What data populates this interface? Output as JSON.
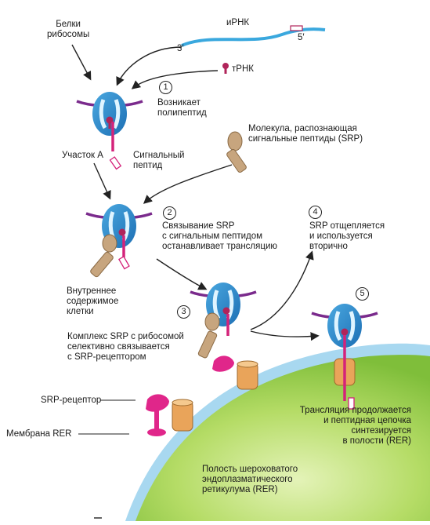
{
  "labels": {
    "ribosome_proteins": "Белки\nрибосомы",
    "mrna": "иРНК",
    "three_prime": "3′",
    "five_prime": "5′",
    "trna": "тРНК",
    "polypeptide_appears": "Возникает\nполипептид",
    "site_a": "Участок А",
    "signal_peptide": "Сигнальный\nпептид",
    "srp_molecule": "Молекула, распознающая\nсигнальные пептиды (SRP)",
    "srp_binding": "Связывание SRP\nс сигнальным пептидом\nостанавливает трансляцию",
    "srp_released": "SRP отщепляется\nи используется\nвторично",
    "cell_interior": "Внутреннее\nсодержимое\nклетки",
    "srp_complex": "Комплекс SRP с рибосомой\nселективно связывается\nс SRP-рецептором",
    "srp_receptor": "SRP-рецептор",
    "rer_membrane": "Мембрана RER",
    "translation_continues": "Трансляция продолжается\nи пептидная цепочка\nсинтезируется\nв полости (RER)",
    "rer_lumen": "Полость шероховатого\nэндоплазматического\nретикулума (RER)"
  },
  "steps": [
    "1",
    "2",
    "3",
    "4",
    "5"
  ],
  "colors": {
    "ribosome": "#2f8fd0",
    "ribosome_light": "#bfe6f8",
    "mrna": "#3aa8de",
    "trna": "#b0245a",
    "peptide": "#d4237a",
    "membrane_purple": "#7a2a8c",
    "srp": "#c7a57e",
    "receptor": "#e0268a",
    "channel": "#e9a45a",
    "membrane_blue": "#a8d8f0",
    "lumen_green": "#8cc63f"
  }
}
